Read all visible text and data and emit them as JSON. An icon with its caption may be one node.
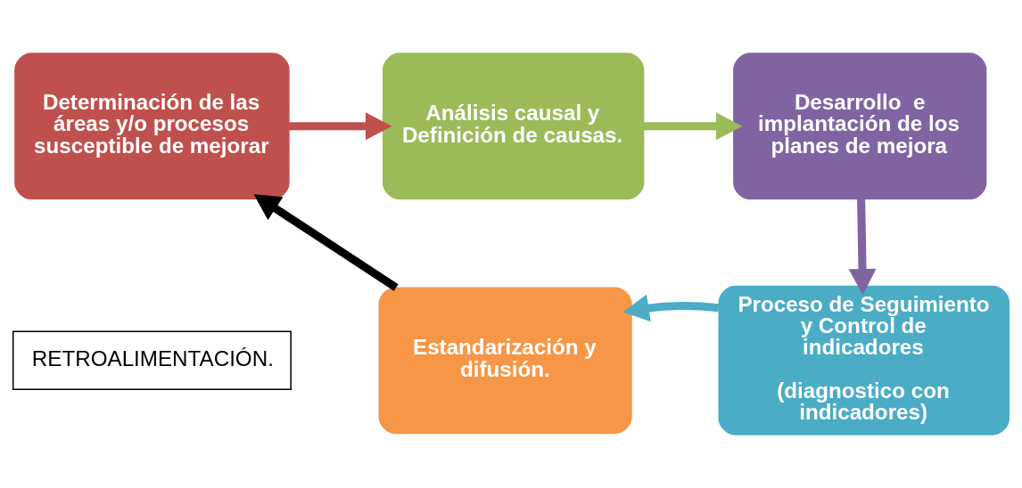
{
  "diagram": {
    "nodes": [
      {
        "text": [
          "Determinación de las áreas y/o procesos susceptible de mejorar"
        ]
      },
      {
        "text": [
          "Análisis causal y Definición de causas."
        ]
      },
      {
        "text": [
          "Desarrollo  e implantación de los planes de mejora"
        ]
      },
      {
        "text": [
          "Proceso de Seguimiento y Control de indicadores",
          "(diagnostico con indicadores)"
        ]
      },
      {
        "text": [
          "Estandarización y difusión."
        ]
      },
      {
        "text": [
          "RETROALIMENTACIÓN."
        ]
      }
    ],
    "edges": [
      {
        "from": 0,
        "to": 1,
        "arrow": "to",
        "color": "#c0504d"
      },
      {
        "from": 1,
        "to": 2,
        "arrow": "to",
        "color": "#9bbb59"
      },
      {
        "from": 2,
        "to": 3,
        "arrow": "to",
        "color": "#8064a2"
      },
      {
        "from": 3,
        "to": 4,
        "arrow": "to",
        "color": "#4bacc6"
      },
      {
        "from": 4,
        "to": 0,
        "arrow": "to",
        "color": "#000000"
      }
    ]
  }
}
